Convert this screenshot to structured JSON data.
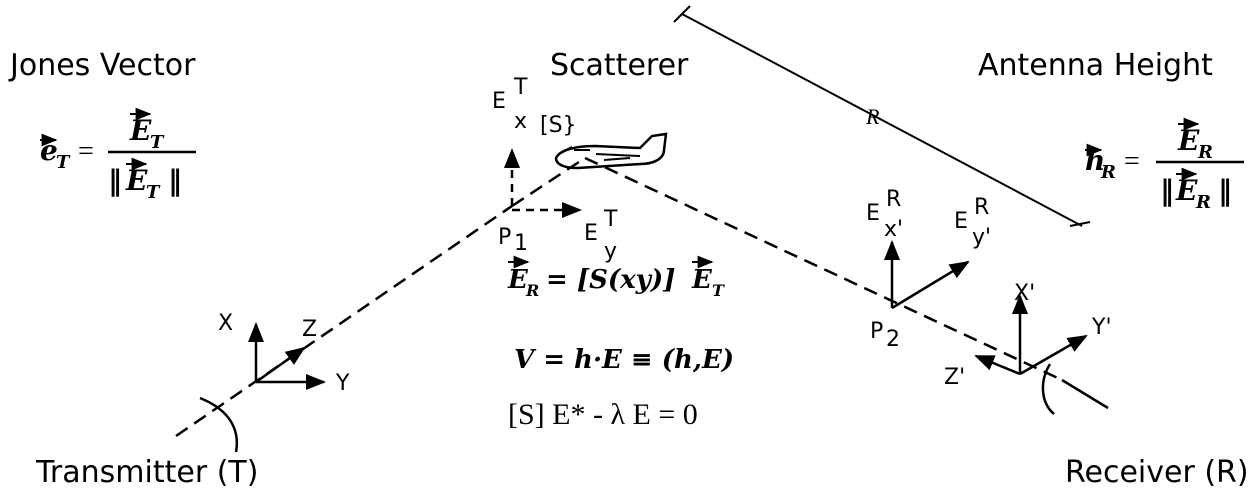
{
  "headings": {
    "jones_vector": "Jones Vector",
    "scatterer": "Scatterer",
    "antenna_height": "Antenna Height",
    "transmitter": "Transmitter (T)",
    "receiver": "Receiver (R)"
  },
  "jones_formula": {
    "lhs": "e",
    "sub": "T",
    "eq": "=",
    "num": "E",
    "num_sub": "T",
    "den_open": "‖",
    "den": "E",
    "den_sub": "T",
    "den_close": "‖"
  },
  "height_formula": {
    "lhs": "h",
    "sub": "R",
    "eq": "=",
    "num": "E",
    "num_sub": "R",
    "den_open": "‖",
    "den": "E",
    "den_sub": "R",
    "den_close": "‖"
  },
  "scatter_matrix": "[S}",
  "distance_label": "R",
  "points": {
    "p1": "P",
    "p1_sub": "1",
    "p2": "P",
    "p2_sub": "2"
  },
  "field_labels": {
    "ex_t": "E",
    "ex_t_sup": "T",
    "ex_t_sub": "x",
    "ey_t": "E",
    "ey_t_sup": "T",
    "ey_t_sub": "y",
    "ex_r": "E",
    "ex_r_sup": "R",
    "ex_r_sub": "x'",
    "ey_r": "E",
    "ey_r_sup": "R",
    "ey_r_sub": "y'"
  },
  "tx_axes": {
    "x": "X",
    "y": "Y",
    "z": "Z"
  },
  "rx_axes": {
    "x": "X'",
    "y": "Y'",
    "z": "Z'"
  },
  "equations": {
    "er_lhs": "E",
    "er_lhs_sub": "R",
    "er_rhs": "= [S(xy)]",
    "er_e": "E",
    "er_e_sub": "T",
    "voltage": "V = h·E ≡ (h,E)",
    "eigen": "[S] E* - λ E = 0"
  }
}
